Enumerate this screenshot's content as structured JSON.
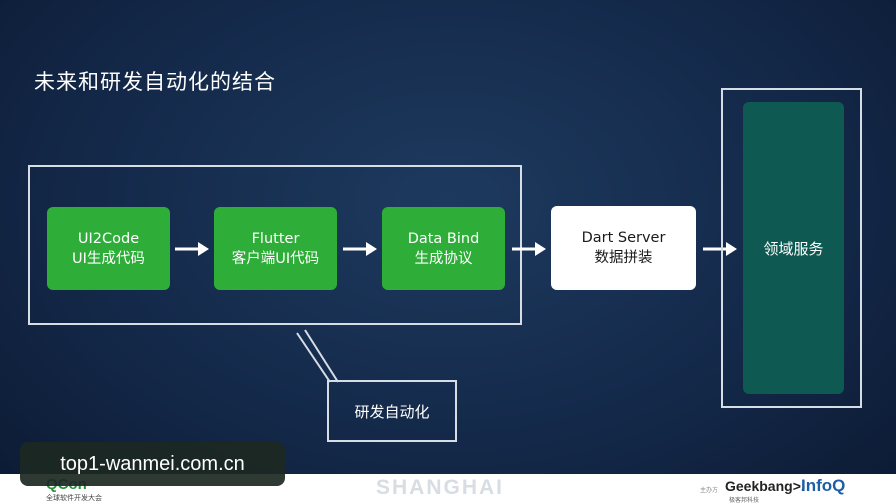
{
  "slide": {
    "title": "未来和研发自动化的结合",
    "nodes": [
      {
        "line1": "UI2Code",
        "line2": "UI生成代码"
      },
      {
        "line1": "Flutter",
        "line2": "客户端UI代码"
      },
      {
        "line1": "Data Bind",
        "line2": "生成协议"
      },
      {
        "line1": "Dart Server",
        "line2": "数据拼装"
      }
    ],
    "domain_label": "领域服务",
    "callout_label": "研发自动化"
  },
  "footer": {
    "qcon_logo": "QCon",
    "qcon_subtitle": "全球软件开发大会",
    "city": "SHANGHAI",
    "sponsor_label": "主办方",
    "geekbang": "Geekbang>.",
    "geekbang_subtitle": "极客邦科技",
    "infoq": "InfoQ"
  },
  "watermark": "top1-wanmei.com.cn",
  "colors": {
    "background": "#14294a",
    "node_green": "#2eae39",
    "node_white": "#ffffff",
    "domain_fill": "#0e5a52",
    "outline": "#d7dde5"
  }
}
